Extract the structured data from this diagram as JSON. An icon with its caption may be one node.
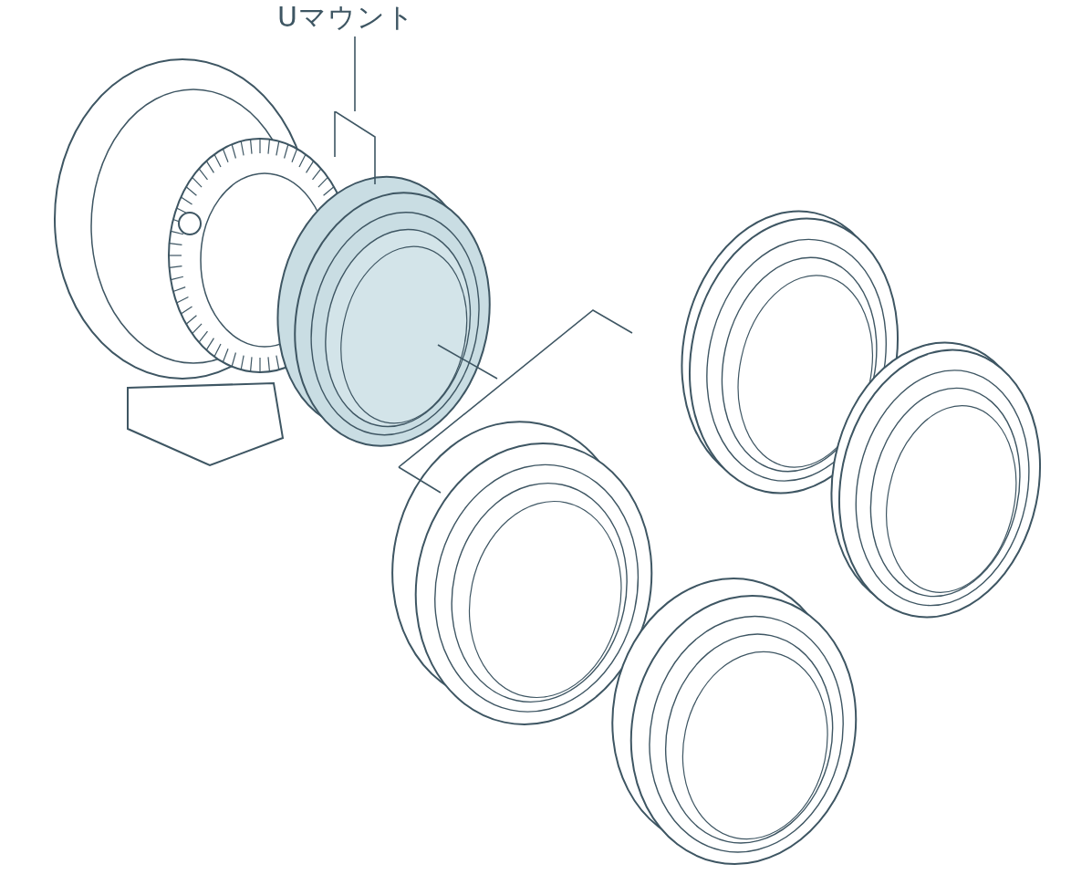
{
  "diagram": {
    "nodes": [
      {
        "text": [
          "Uマウント"
        ]
      },
      {
        "text": [],
        "shape": "picture"
      }
    ],
    "edges": [
      {
        "from": 0,
        "to": 1,
        "arrow": "none"
      }
    ]
  }
}
